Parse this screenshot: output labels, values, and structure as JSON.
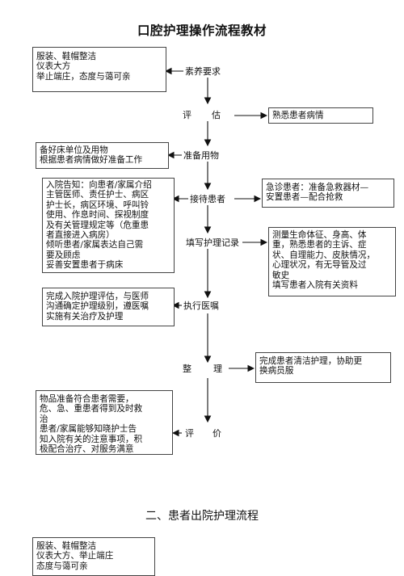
{
  "title": "口腔护理操作流程教材",
  "steps": {
    "s1": "素养要求",
    "s2_a": "评",
    "s2_b": "估",
    "s3": "准备用物",
    "s4": "接待患者",
    "s5": "填写护理记录",
    "s6": "执行医嘱",
    "s7_a": "整",
    "s7_b": "理",
    "s8_a": "评",
    "s8_b": "价"
  },
  "boxes": {
    "b1": "服装、鞋帽整洁\n仪表大方\n举止端庄，态度与蔼可亲",
    "b2": "熟悉患者病情",
    "b3": "备好床单位及用物\n根据患者病情做好准备工作",
    "b4": "入院告知：向患者/家属介绍\n主管医师、责任护士、病区\n护士长，病区环境、呼叫铃\n使用、作息时间、探视制度\n及有关管理规定等（危重患\n者直接进入病房）\n倾听患者/家属表达自己需\n要及顾虑\n妥善安置患者于病床",
    "b5": "急诊患者：准备急救器材—\n安置患者—配合抢救",
    "b6": "测量生命体征、身高、体\n重，熟悉患者的主诉、症\n状、自理能力、皮肤情况，\n心理状况，有无导管及过\n敏史\n填写患者入院有关资料",
    "b7": "完成入院护理评估，与医师\n沟通确定护理级别，遵医嘱\n实施有关治疗及护理",
    "b8": "完成患者清洁护理，协助更\n换病员服",
    "b9": "物品准备符合患者需要，\n危、急、重患者得到及时救\n治\n患者/家属能够知晓护士告\n知入院有关的注意事项，积\n极配合治疗、对服务满意",
    "b10": "服装、鞋帽整洁\n仪表大方、举止端庄\n态度与蔼可亲"
  },
  "section2_title": "二、患者出院护理流程"
}
